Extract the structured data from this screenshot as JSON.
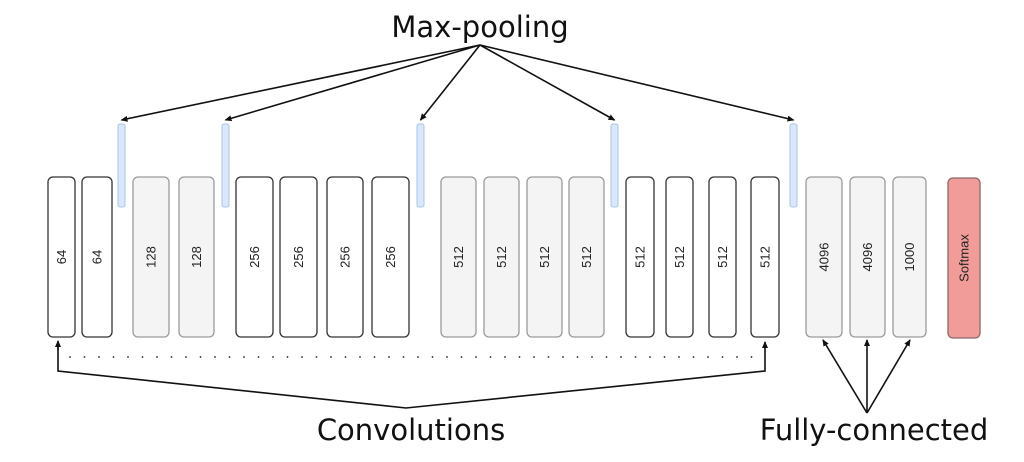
{
  "titles": {
    "max_pooling": "Max-pooling",
    "convolutions": "Convolutions",
    "fully_connected": "Fully-connected"
  },
  "colors": {
    "conv_white_fill": "#ffffff",
    "conv_white_stroke": "#333333",
    "conv_gray_fill": "#f4f4f4",
    "conv_gray_stroke": "#9a9a9a",
    "pool_fill": "#dae8fc",
    "pool_stroke": "#a9c4eb",
    "softmax_fill": "#f19c99",
    "softmax_stroke": "#8a6a6a",
    "arrow": "#111111"
  },
  "layers": [
    {
      "label": "64",
      "type": "conv",
      "style": "white"
    },
    {
      "label": "64",
      "type": "conv",
      "style": "white"
    },
    {
      "label": "",
      "type": "pool"
    },
    {
      "label": "128",
      "type": "conv",
      "style": "gray"
    },
    {
      "label": "128",
      "type": "conv",
      "style": "gray"
    },
    {
      "label": "",
      "type": "pool"
    },
    {
      "label": "256",
      "type": "conv",
      "style": "white"
    },
    {
      "label": "256",
      "type": "conv",
      "style": "white"
    },
    {
      "label": "256",
      "type": "conv",
      "style": "white"
    },
    {
      "label": "256",
      "type": "conv",
      "style": "white"
    },
    {
      "label": "",
      "type": "pool"
    },
    {
      "label": "512",
      "type": "conv",
      "style": "gray"
    },
    {
      "label": "512",
      "type": "conv",
      "style": "gray"
    },
    {
      "label": "512",
      "type": "conv",
      "style": "gray"
    },
    {
      "label": "512",
      "type": "conv",
      "style": "gray"
    },
    {
      "label": "",
      "type": "pool"
    },
    {
      "label": "512",
      "type": "conv",
      "style": "white"
    },
    {
      "label": "512",
      "type": "conv",
      "style": "white"
    },
    {
      "label": "512",
      "type": "conv",
      "style": "white"
    },
    {
      "label": "512",
      "type": "conv",
      "style": "white"
    },
    {
      "label": "",
      "type": "pool"
    },
    {
      "label": "4096",
      "type": "fc",
      "style": "gray"
    },
    {
      "label": "4096",
      "type": "fc",
      "style": "gray"
    },
    {
      "label": "1000",
      "type": "fc",
      "style": "gray"
    },
    {
      "label": "Softmax",
      "type": "softmax",
      "style": "red"
    }
  ]
}
